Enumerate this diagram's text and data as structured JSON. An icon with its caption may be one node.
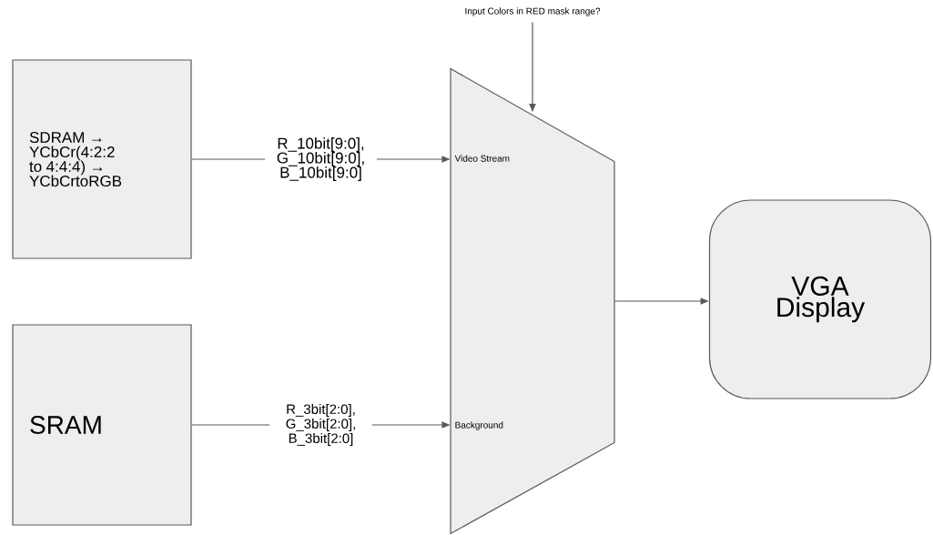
{
  "diagram": {
    "nodes": [
      {
        "text": [
          "Input Colors in RED mask range?"
        ]
      },
      {
        "text": [
          "SDRAM → YCbCr(4:2:2 to 4:4:4) → YCbCrtoRGB"
        ]
      },
      {
        "text": [
          "SRAM"
        ]
      },
      {
        "text": [
          "Video Stream",
          "Background"
        ]
      },
      {
        "text": [
          "VGA Display"
        ]
      }
    ],
    "edges": [
      {
        "from": 0,
        "to": 3,
        "arrow": "to"
      },
      {
        "from": 1,
        "to": 3,
        "arrow": "to",
        "label": "R_10bit[9:0], G_10bit[9:0], B_10bit[9:0]"
      },
      {
        "from": 2,
        "to": 3,
        "arrow": "to",
        "label": "R_3bit[2:0], G_3bit[2:0], B_3bit[2:0]"
      },
      {
        "from": 3,
        "to": 4,
        "arrow": "to"
      }
    ]
  }
}
